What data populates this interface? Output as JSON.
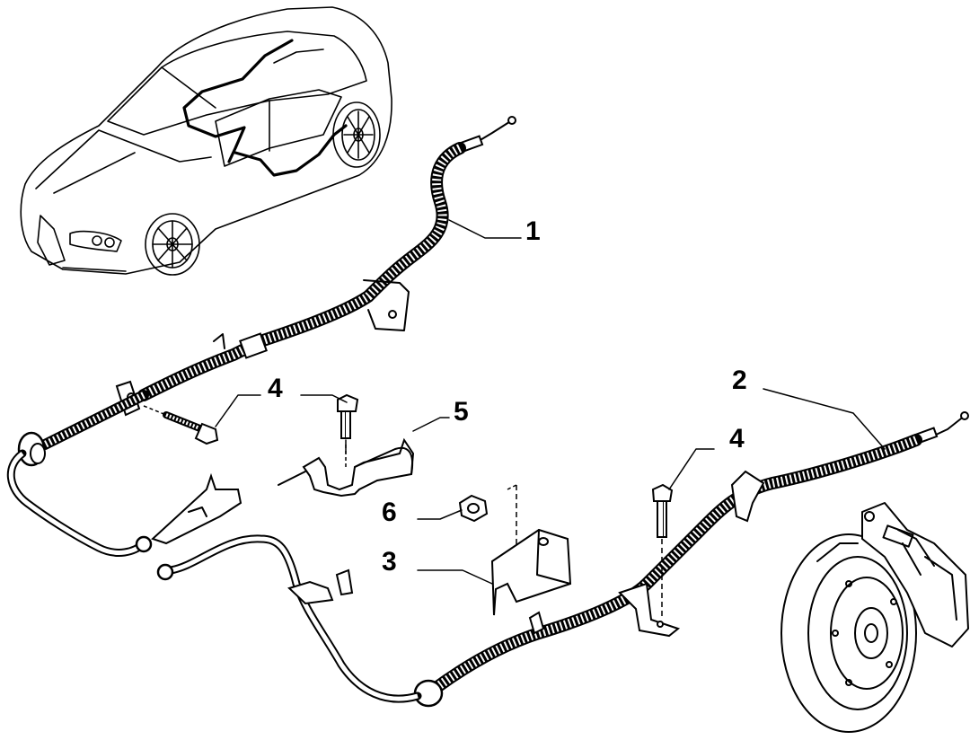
{
  "diagram": {
    "callouts": [
      {
        "id": "c1",
        "label": "1"
      },
      {
        "id": "c2",
        "label": "2"
      },
      {
        "id": "c3",
        "label": "3"
      },
      {
        "id": "c4a",
        "label": "4"
      },
      {
        "id": "c4b",
        "label": "4"
      },
      {
        "id": "c5",
        "label": "5"
      },
      {
        "id": "c6",
        "label": "6"
      }
    ],
    "colors": {
      "line": "#000000",
      "background": "#ffffff"
    }
  }
}
